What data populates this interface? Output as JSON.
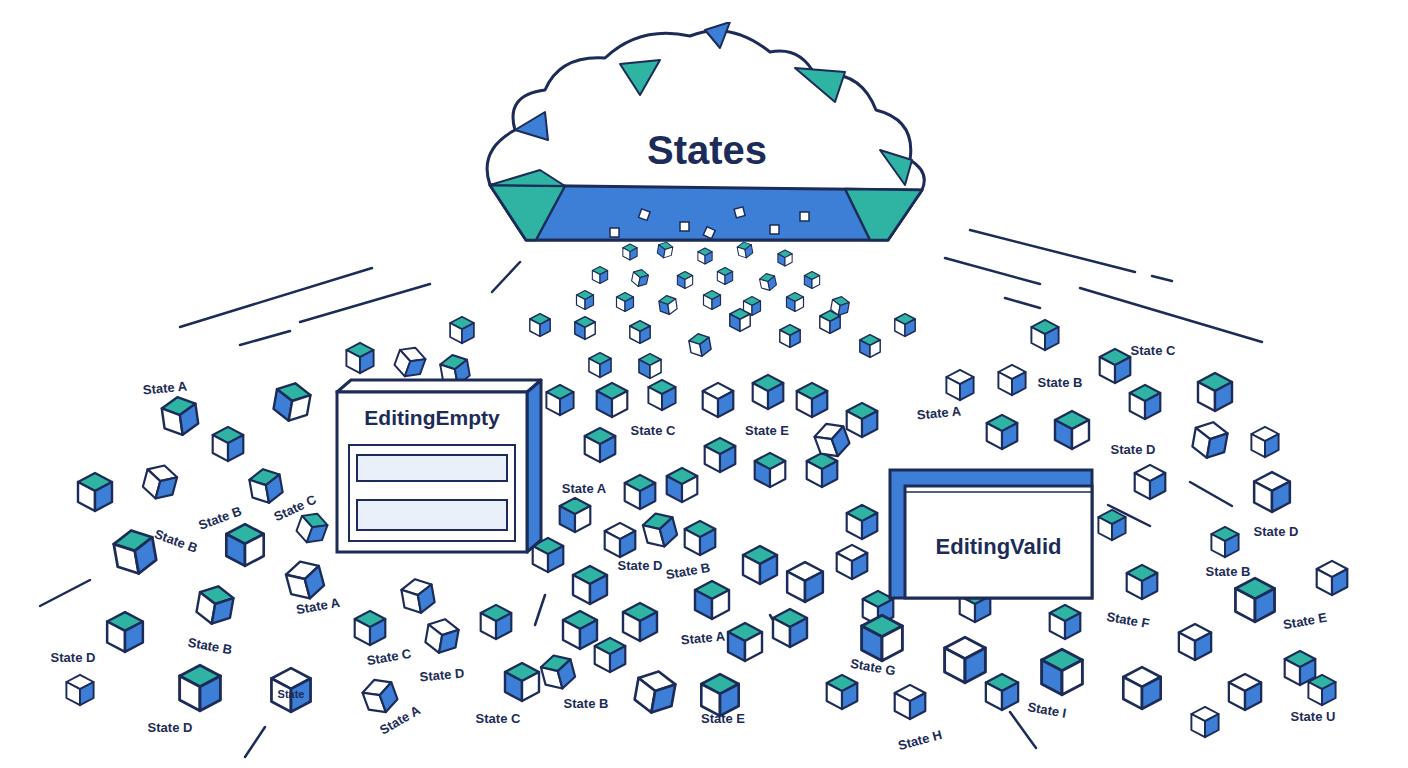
{
  "diagram": {
    "nodes": [
      {
        "text": [
          "States"
        ]
      },
      {
        "text": [
          "EditingEmpty"
        ]
      },
      {
        "text": [
          "EditingValid"
        ]
      }
    ],
    "labels": [
      "State C",
      "State A",
      "State B",
      "State A",
      "State C",
      "State E",
      "State D",
      "State A",
      "State C",
      "State B",
      "State D",
      "State B",
      "State D",
      "State B",
      "State B",
      "State A",
      "State F",
      "State E",
      "State A",
      "State B",
      "State C",
      "State D",
      "State G",
      "State D",
      "State",
      "State I",
      "State U",
      "State C",
      "State B",
      "State E",
      "State A",
      "State D",
      "State H"
    ]
  }
}
